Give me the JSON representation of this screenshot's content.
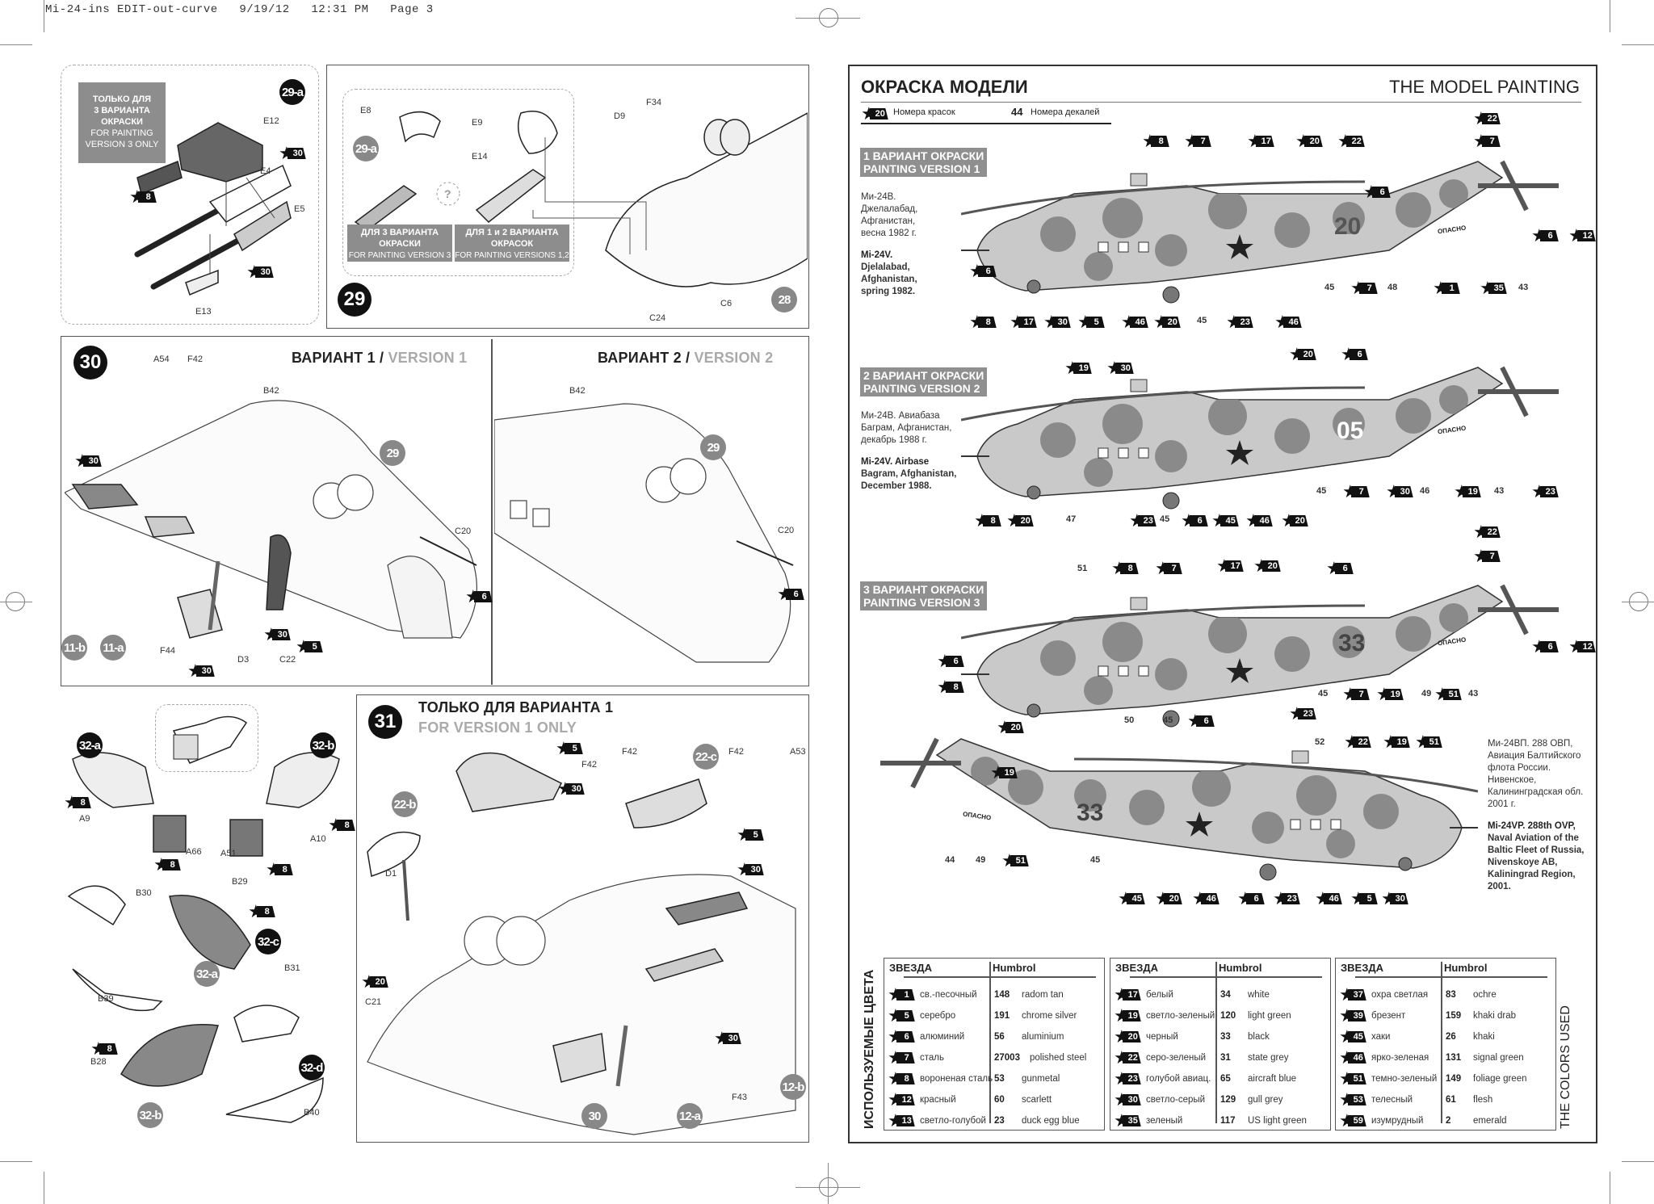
{
  "slug": "Mi-24-ins EDIT-out-curve   9/19/12   12:31 PM   Page 3",
  "step29a": {
    "badge": "29-a",
    "note_ru": [
      "ТОЛЬКО ДЛЯ",
      "3 ВАРИАНТА",
      "ОКРАСКИ"
    ],
    "note_en": [
      "FOR PAINTING",
      "VERSION 3 ONLY"
    ],
    "parts": [
      "E12",
      "E4",
      "E5",
      "E13"
    ],
    "paints": [
      "30",
      "8",
      "30"
    ]
  },
  "step29": {
    "number": "29",
    "parts": [
      "E8",
      "E9",
      "E14",
      "D9",
      "F34",
      "C6",
      "C24"
    ],
    "refs": [
      "29-a",
      "28"
    ],
    "question": "?",
    "box_v3_ru": [
      "ДЛЯ 3 ВАРИАНТА",
      "ОКРАСКИ"
    ],
    "box_v3_en": "FOR PAINTING VERSION 3",
    "box_v12_ru": [
      "ДЛЯ 1 и 2 ВАРИАНТА",
      "ОКРАСОК"
    ],
    "box_v12_en": "FOR PAINTING VERSIONS 1,2"
  },
  "step30": {
    "number": "30",
    "v1_title_ru": "ВАРИАНТ 1 / ",
    "v1_title_en": "VERSION 1",
    "v2_title_ru": "ВАРИАНТ 2 / ",
    "v2_title_en": "VERSION 2",
    "v1_parts": [
      "A54",
      "F42",
      "B42",
      "C20",
      "F44",
      "D3",
      "C22"
    ],
    "v1_refs": [
      "29",
      "11-b",
      "11-a"
    ],
    "v1_paints": [
      "30",
      "6",
      "30",
      "5",
      "30"
    ],
    "v2_parts": [
      "B42",
      "C20"
    ],
    "v2_refs": [
      "29"
    ],
    "v2_paints": [
      "6"
    ]
  },
  "step32": {
    "badges": [
      "32-a",
      "32-b",
      "32-c",
      "32-d"
    ],
    "parts": [
      "A9",
      "A66",
      "A51",
      "A10",
      "B30",
      "B29",
      "B39",
      "B31",
      "B28",
      "B40"
    ],
    "refs": [
      "32-a",
      "32-b"
    ],
    "paints": [
      "8",
      "8",
      "8",
      "8",
      "8",
      "8"
    ]
  },
  "step31": {
    "number": "31",
    "title_ru": "ТОЛЬКО ДЛЯ ВАРИАНТА 1",
    "title_en": "FOR VERSION 1 ONLY",
    "parts": [
      "F42",
      "F42",
      "F42",
      "A53",
      "D1",
      "C21",
      "F43"
    ],
    "refs": [
      "22-b",
      "22-c",
      "30",
      "12-a",
      "12-b"
    ],
    "paints": [
      "5",
      "30",
      "5",
      "30",
      "20",
      "30"
    ]
  },
  "painting": {
    "title_ru": "ОКРАСКА МОДЕЛИ",
    "title_en": "THE MODEL PAINTING",
    "legend_paint_num": "20",
    "legend_paint_label": "Номера красок",
    "legend_decal_num": "44",
    "legend_decal_label": "Номера декалей",
    "versions": [
      {
        "head": [
          "1 ВАРИАНТ ОКРАСКИ",
          "PAINTING VERSION 1"
        ],
        "desc_ru": [
          "Ми-24В.",
          "Джелалабад,",
          "Афганистан,",
          "весна 1982 г."
        ],
        "desc_en": [
          "Mi-24V.",
          "Djelalabad,",
          "Afghanistan,",
          "spring 1982."
        ],
        "tail_number": "20",
        "top_paints": [
          "8",
          "7",
          "17",
          "20",
          "22"
        ],
        "rotor_paints": [
          "22",
          "7",
          "6",
          "12"
        ],
        "mid_paints": [
          "6",
          "6"
        ],
        "bottom_paints": [
          "8",
          "17",
          "30",
          "5",
          "46",
          "20",
          "23",
          "46"
        ],
        "bottom_decals": [
          "45"
        ],
        "right_paints": [
          "7",
          "1",
          "35"
        ],
        "right_decals": [
          "45",
          "48",
          "43"
        ]
      },
      {
        "head": [
          "2 ВАРИАНТ ОКРАСКИ",
          "PAINTING VERSION 2"
        ],
        "desc_ru": [
          "Ми-24В. Авиабаза",
          "Баграм, Афганистан,",
          "декабрь 1988  г."
        ],
        "desc_en": [
          "Mi-24V. Airbase",
          "Bagram, Afghanistan,",
          "December 1988."
        ],
        "tail_number": "05",
        "top_paints": [
          "19",
          "30",
          "20",
          "6"
        ],
        "bottom_paints": [
          "8",
          "20",
          "23",
          "6",
          "45",
          "46",
          "20"
        ],
        "bottom_decals": [
          "47",
          "45"
        ],
        "right_paints": [
          "7",
          "30",
          "19",
          "23"
        ],
        "right_decals": [
          "45",
          "46",
          "43"
        ]
      },
      {
        "head": [
          "3 ВАРИАНТ ОКРАСКИ",
          "PAINTING VERSION 3"
        ],
        "tail_number": "33",
        "top_paints": [
          "8",
          "7",
          "17",
          "20",
          "6"
        ],
        "top_decals": [
          "51"
        ],
        "rotor_paints": [
          "22",
          "7",
          "6",
          "12"
        ],
        "left_paints": [
          "6",
          "8",
          "20"
        ],
        "bottom_paints": [
          "6",
          "23"
        ],
        "bottom_decals": [
          "50",
          "45"
        ],
        "right_paints": [
          "7",
          "19",
          "51"
        ],
        "right_decals": [
          "45",
          "49",
          "43"
        ]
      },
      {
        "desc_ru": [
          "Ми-24ВП. 288 ОВП,",
          "Авиация Балтийского",
          "флота России.",
          "Нивенское,",
          "Калининградская обл.",
          "2001 г."
        ],
        "desc_en": [
          "Mi-24VP. 288th OVP,",
          "Naval  Aviation of the",
          "Baltic Fleet of Russia,",
          "Nivenskoye AB,",
          "Kaliningrad Region,",
          "2001."
        ],
        "tail_number": "33",
        "top_paints": [
          "19",
          "22",
          "19",
          "51"
        ],
        "top_decals": [
          "52"
        ],
        "bottom_paints": [
          "51",
          "45",
          "20",
          "46",
          "6",
          "23",
          "46",
          "5",
          "30"
        ],
        "bottom_decals": [
          "44",
          "49",
          "45"
        ]
      }
    ],
    "fuselage_text": "ОПАСНО"
  },
  "colors": {
    "title_ru": "ИСПОЛЬЗУЕМЫЕ ЦВЕТА",
    "title_en": "THE COLORS USED",
    "col_zvezda": "ЗВЕЗДА",
    "col_humbrol": "Humbrol",
    "tables": [
      [
        {
          "num": "1",
          "ru": "св.-песочный",
          "hum": "148",
          "en": "radom tan"
        },
        {
          "num": "5",
          "ru": "серебро",
          "hum": "191",
          "en": "chrome silver"
        },
        {
          "num": "6",
          "ru": "алюминий",
          "hum": "56",
          "en": "aluminium"
        },
        {
          "num": "7",
          "ru": "сталь",
          "hum": "27003",
          "en": "polished steel"
        },
        {
          "num": "8",
          "ru": "вороненая сталь",
          "hum": "53",
          "en": "gunmetal"
        },
        {
          "num": "12",
          "ru": "красный",
          "hum": "60",
          "en": "scarlett"
        },
        {
          "num": "13",
          "ru": "светло-голубой",
          "hum": "23",
          "en": "duck egg blue"
        }
      ],
      [
        {
          "num": "17",
          "ru": "белый",
          "hum": "34",
          "en": "white"
        },
        {
          "num": "19",
          "ru": "светло-зеленый",
          "hum": "120",
          "en": "light green"
        },
        {
          "num": "20",
          "ru": "черный",
          "hum": "33",
          "en": "black"
        },
        {
          "num": "22",
          "ru": "серо-зеленый",
          "hum": "31",
          "en": "state grey"
        },
        {
          "num": "23",
          "ru": "голубой авиац.",
          "hum": "65",
          "en": "aircraft blue"
        },
        {
          "num": "30",
          "ru": "светло-серый",
          "hum": "129",
          "en": "gull grey"
        },
        {
          "num": "35",
          "ru": "зеленый",
          "hum": "117",
          "en": "US light green"
        }
      ],
      [
        {
          "num": "37",
          "ru": "охра светлая",
          "hum": "83",
          "en": "ochre"
        },
        {
          "num": "39",
          "ru": "брезент",
          "hum": "159",
          "en": "khaki drab"
        },
        {
          "num": "45",
          "ru": "хаки",
          "hum": "26",
          "en": "khaki"
        },
        {
          "num": "46",
          "ru": "ярко-зеленая",
          "hum": "131",
          "en": "signal green"
        },
        {
          "num": "51",
          "ru": "темно-зеленый",
          "hum": "149",
          "en": "foliage green"
        },
        {
          "num": "53",
          "ru": "телесный",
          "hum": "61",
          "en": "flesh"
        },
        {
          "num": "59",
          "ru": "изумрудный",
          "hum": "2",
          "en": "emerald"
        }
      ]
    ]
  },
  "palette": {
    "camo_light": "#c9c9c9",
    "camo_dark": "#8a8a8a",
    "ink": "#111111",
    "gray_label": "#8d8d8d"
  }
}
